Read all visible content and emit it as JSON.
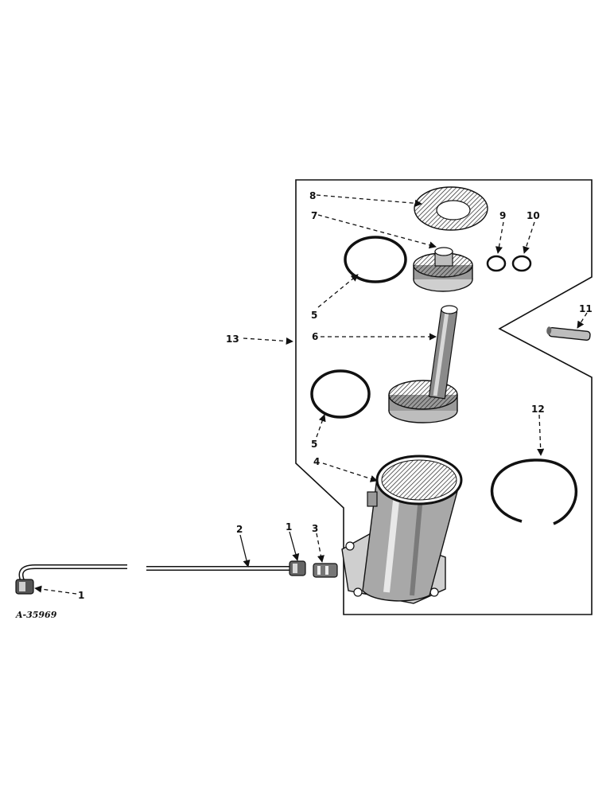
{
  "figure": {
    "id": "A-35969",
    "callouts": {
      "c1a": "1",
      "c1b": "1",
      "c2": "2",
      "c3": "3",
      "c4": "4",
      "c5a": "5",
      "c5b": "5",
      "c6": "6",
      "c7": "7",
      "c8": "8",
      "c9": "9",
      "c10": "10",
      "c11": "11",
      "c12": "12",
      "c13": "13"
    }
  }
}
